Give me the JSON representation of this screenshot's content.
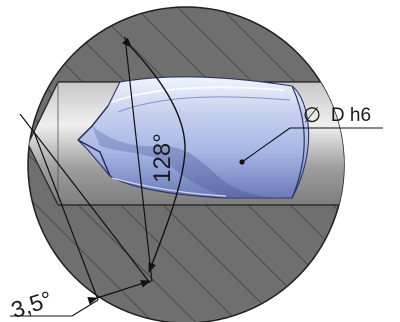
{
  "labels": {
    "angle_128": "128°",
    "angle_3_5": "3,5°",
    "diameter_symbol": "∅",
    "diameter_text": "D h6"
  },
  "colors": {
    "section_fill": "#6f6f6f",
    "hatch": "#4a4a4a",
    "outline": "#1e1e1e",
    "bore_light": "#e9e9e9",
    "bore_mid": "#b9b9b9",
    "bore_dark": "#8a8a8a",
    "drill_light": "#dfe6f4",
    "drill_mid": "#aebbe0",
    "drill_dark": "#5b6aa8",
    "dim_line": "#111111"
  }
}
